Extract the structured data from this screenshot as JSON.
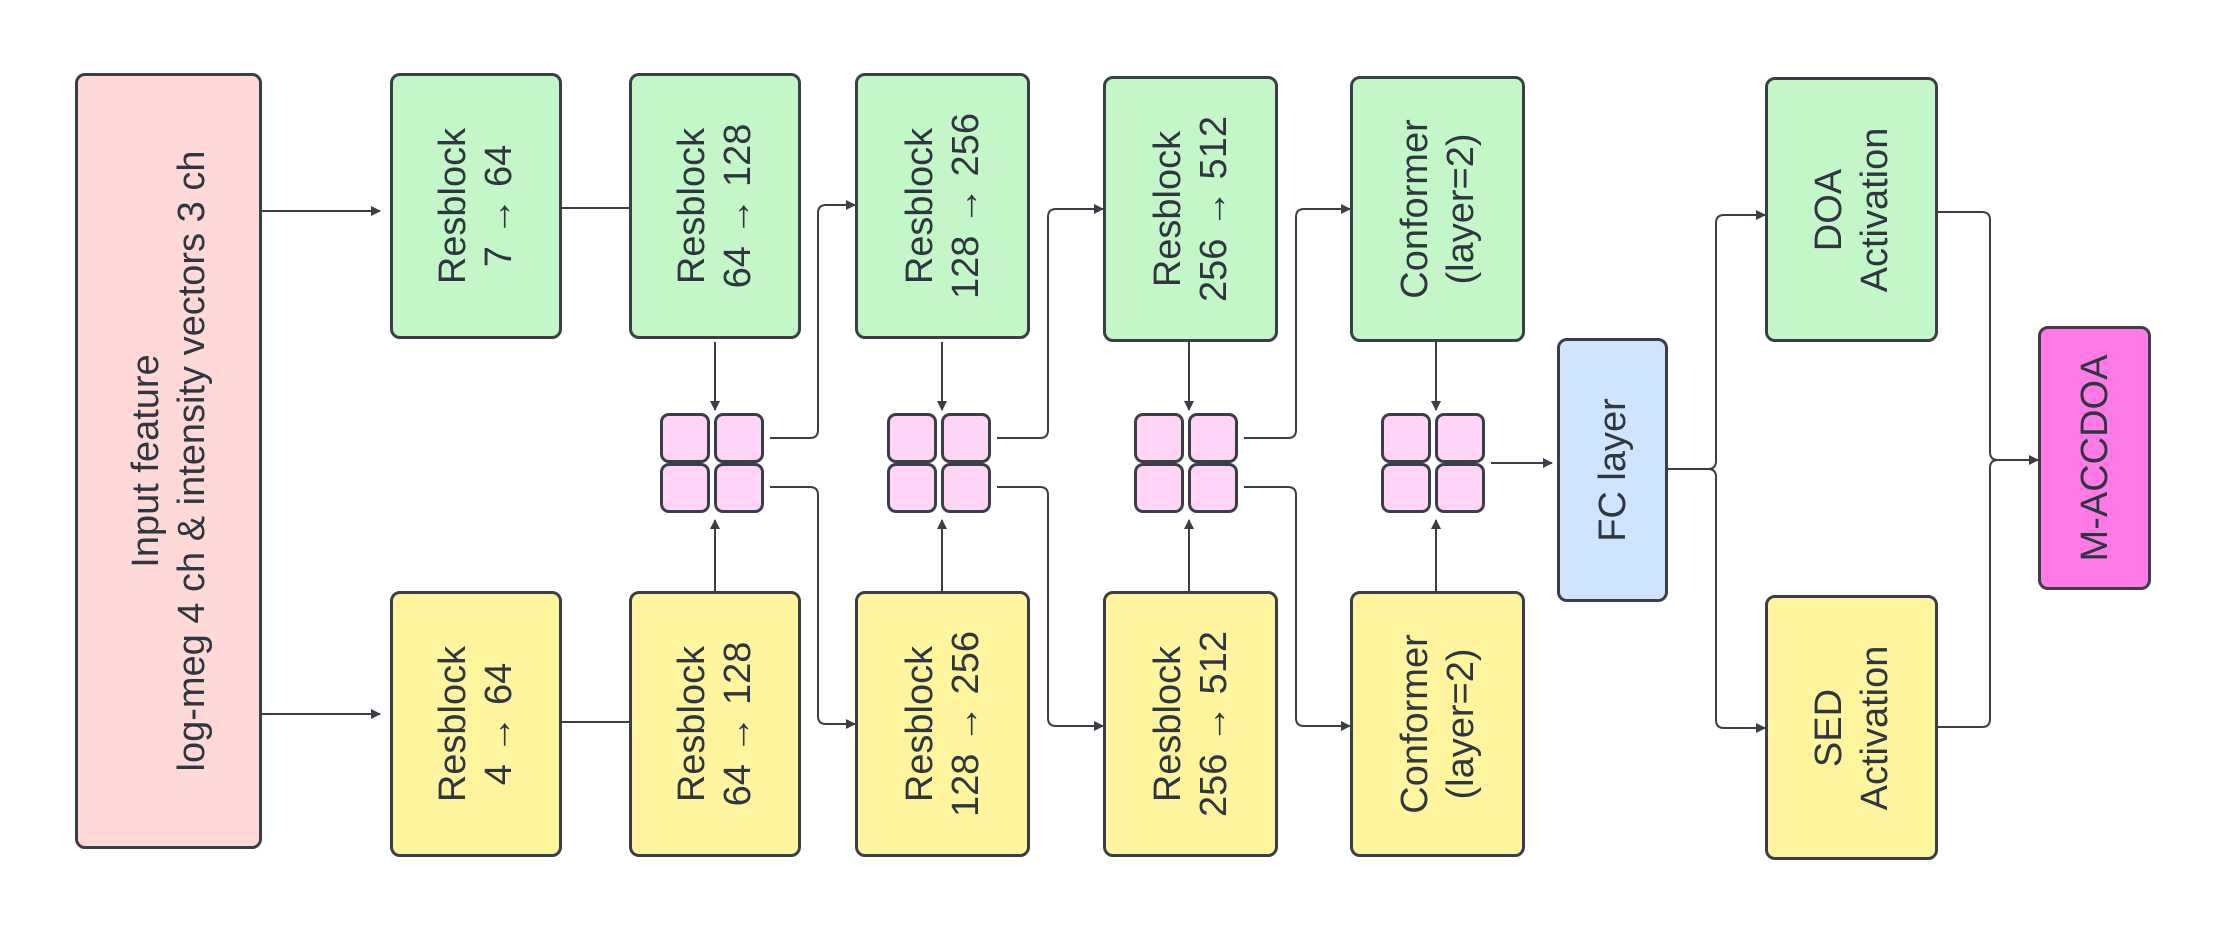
{
  "input": {
    "line1": "Input feature",
    "line2": "log-meg 4 ch & intensity vectors 3 ch"
  },
  "top_row": [
    {
      "line1": "Resblock",
      "line2": "7 → 64"
    },
    {
      "line1": "Resblock",
      "line2": "64 → 128"
    },
    {
      "line1": "Resblock",
      "line2": "128 → 256"
    },
    {
      "line1": "Resblock",
      "line2": "256 → 512"
    },
    {
      "line1": "Conformer",
      "line2": "(layer=2)"
    }
  ],
  "bottom_row": [
    {
      "line1": "Resblock",
      "line2": "4 → 64"
    },
    {
      "line1": "Resblock",
      "line2": "64 → 128"
    },
    {
      "line1": "Resblock",
      "line2": "128 → 256"
    },
    {
      "line1": "Resblock",
      "line2": "256 → 512"
    },
    {
      "line1": "Conformer",
      "line2": "(layer=2)"
    }
  ],
  "fc": {
    "label": "FC layer"
  },
  "doa": {
    "line1": "DOA",
    "line2": "Activation"
  },
  "sed": {
    "line1": "SED",
    "line2": "Activation"
  },
  "output": {
    "label": "M-ACCDOA"
  },
  "colors": {
    "input_fill": "#ffd8d8",
    "top_fill": "#c3f7c8",
    "bottom_fill": "#fff59f",
    "fc_fill": "#cfe4ff",
    "output_fill": "#ff7ae6",
    "cross_stitch_fill": "#ffd4f6",
    "stroke": "#3a3f47"
  }
}
